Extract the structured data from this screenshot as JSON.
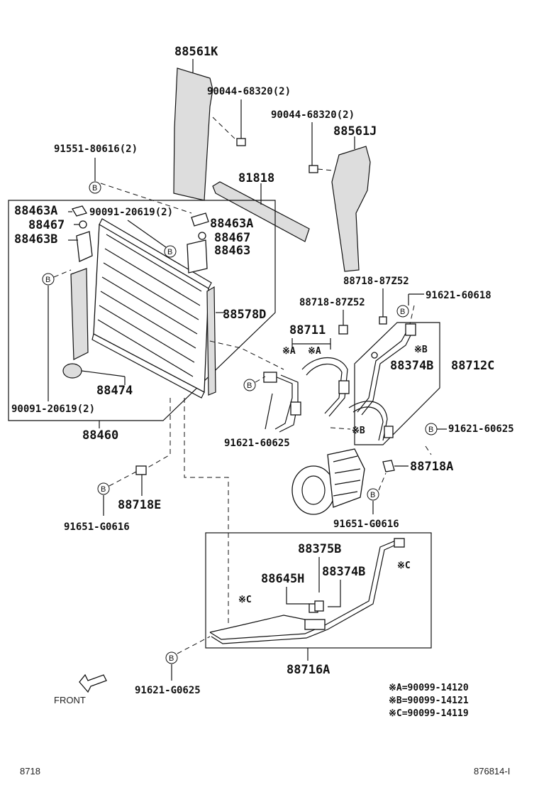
{
  "labels": {
    "p88561K": "88561K",
    "p90044_a": "90044-68320(2)",
    "p90044_b": "90044-68320(2)",
    "p88561J": "88561J",
    "p91551": "91551-80616(2)",
    "p81818": "81818",
    "p88463A_l": "88463A",
    "p90091_top": "90091-20619(2)",
    "p88463A_r": "88463A",
    "p88467_l": "88467",
    "p88467_r": "88467",
    "p88463B": "88463B",
    "p88463": "88463",
    "p88578D": "88578D",
    "p88474": "88474",
    "p90091_bot": "90091-20619(2)",
    "p88460": "88460",
    "p88718_87Z52_a": "88718-87Z52",
    "p88718_87Z52_b": "88718-87Z52",
    "p91621_60618": "91621-60618",
    "p88711": "88711",
    "markA1": "※A",
    "markA2": "※A",
    "markB1": "※B",
    "markB2": "※B",
    "markC1": "※C",
    "markC2": "※C",
    "p88374B_mid": "88374B",
    "p88712C": "88712C",
    "p91621_60625_l": "91621-60625",
    "p91621_60625_r": "91621-60625",
    "p88718A": "88718A",
    "p88718E": "88718E",
    "p91651_l": "91651-G0616",
    "p91651_r": "91651-G0616",
    "p88375B": "88375B",
    "p88645H": "88645H",
    "p88374B_low": "88374B",
    "p88716A": "88716A",
    "p91621_G0625": "91621-G0625",
    "front": "FRONT"
  },
  "bolt_marker": "B",
  "legend": [
    "※A=90099-14120",
    "※B=90099-14121",
    "※C=90099-14119"
  ],
  "footer": {
    "left": "8718",
    "right": "876814-I"
  }
}
